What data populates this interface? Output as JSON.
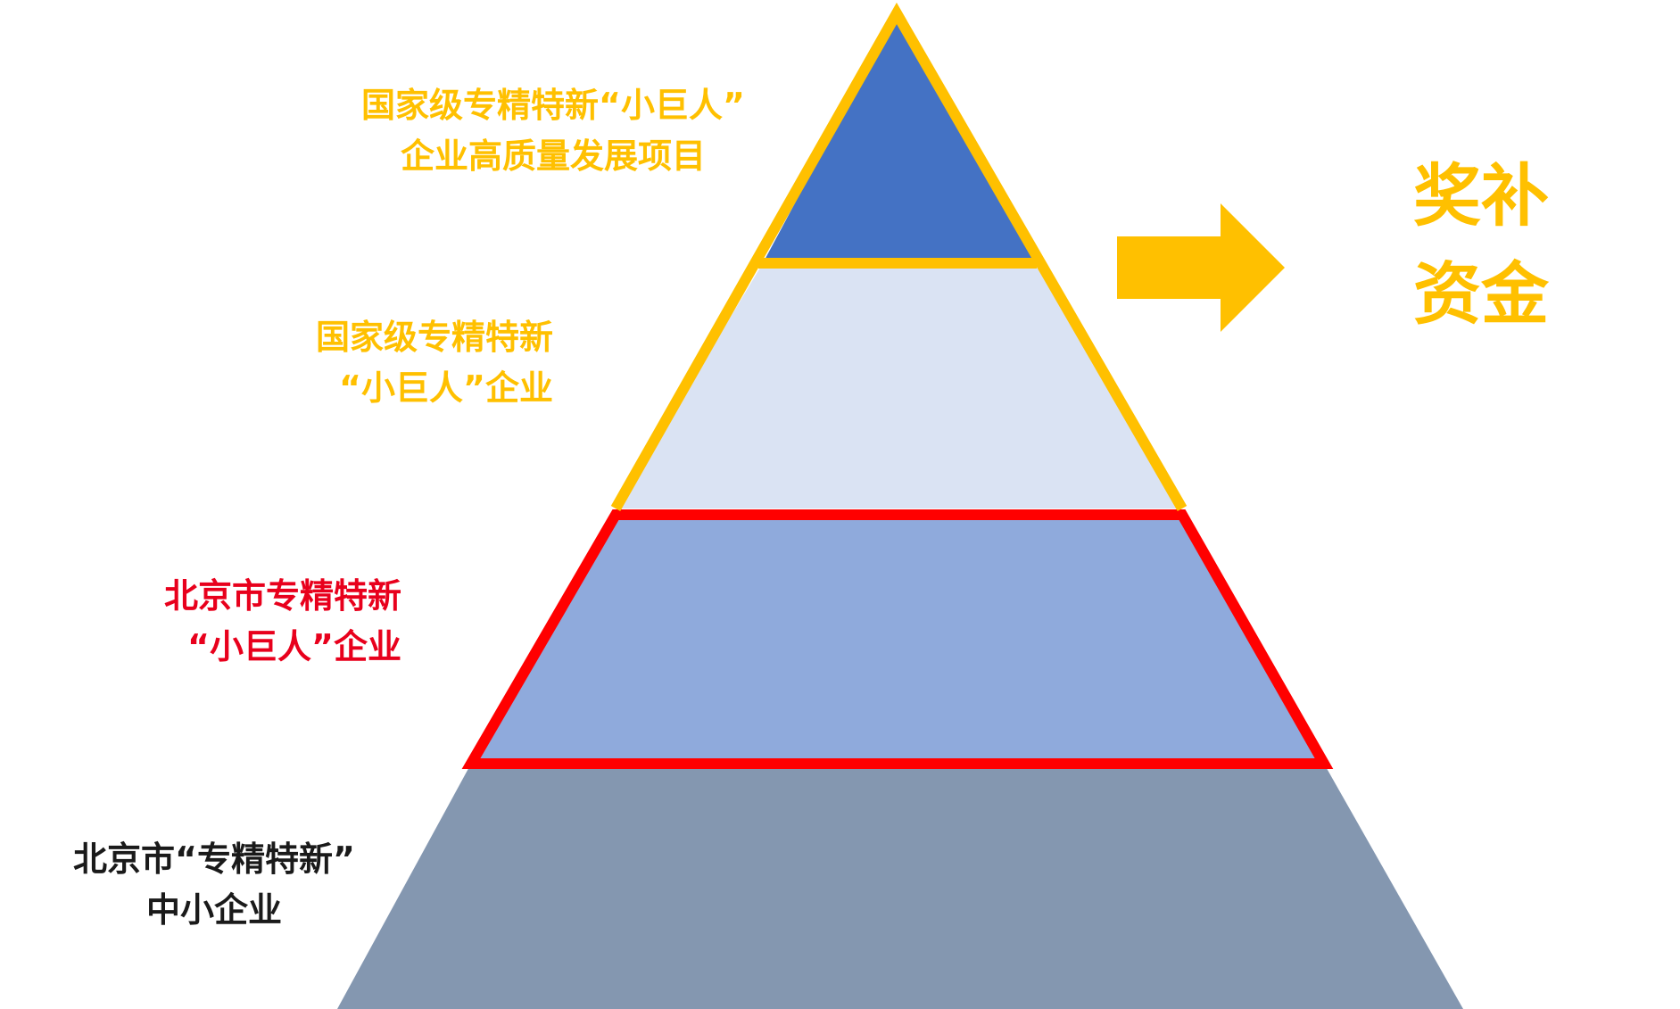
{
  "colors": {
    "gold": "#FFC000",
    "red": "#FF0000",
    "black": "#1a1a1a",
    "tier_top_fill": "#4472C4",
    "tier_second_fill": "#DAE3F3",
    "tier_third_fill": "#8FAADC",
    "tier_base_fill": "#8497B0"
  },
  "tiers": {
    "top": {
      "line1": "国家级专精特新“小巨人”",
      "line2": "企业高质量发展项目"
    },
    "second": {
      "line1": "国家级专精特新",
      "line2": "“小巨人”企业"
    },
    "third": {
      "line1": "北京市专精特新",
      "line2": "“小巨人”企业"
    },
    "base": {
      "line1": "北京市“专精特新”",
      "line2": "中小企业"
    }
  },
  "reward": {
    "line1": "奖补",
    "line2": "资金"
  }
}
